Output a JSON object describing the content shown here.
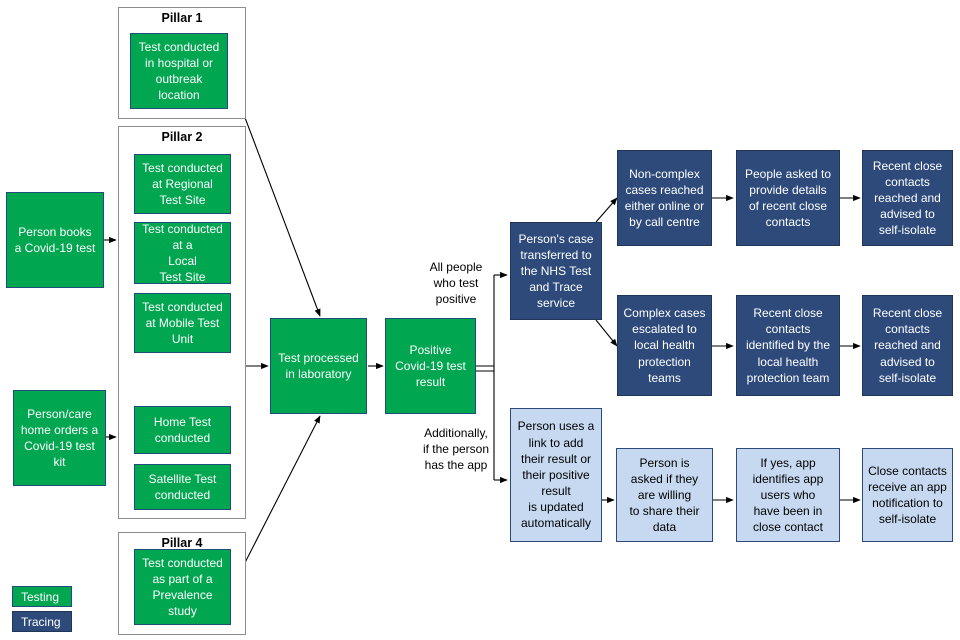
{
  "colors": {
    "testing": "#00a650",
    "tracing": "#2d4a7a",
    "app_tracing": "#c6d9f0"
  },
  "pillars": {
    "pillar1": "Pillar 1",
    "pillar2": "Pillar 2",
    "pillar4": "Pillar 4"
  },
  "inputs": {
    "books": "Person books\na Covid-19 test",
    "orders": "Person/care\nhome orders a\nCovid-19 test\nkit"
  },
  "tests": {
    "hospital": "Test conducted\nin hospital or\noutbreak\nlocation",
    "regional": "Test conducted\nat Regional\nTest Site",
    "local": "Test conducted\nat a\nLocal\nTest Site",
    "mobile": "Test conducted\nat Mobile Test\nUnit",
    "home": "Home Test\nconducted",
    "satellite": "Satellite Test\nconducted",
    "prevalence": "Test conducted\nas part of a\nPrevalence\nstudy"
  },
  "lab": "Test processed\nin laboratory",
  "positive": "Positive\nCovid-19 test\nresult",
  "labels": {
    "all_positive": "All people\nwho test\npositive",
    "additionally": "Additionally,\nif the person\nhas the app"
  },
  "tracing": {
    "transferred": "Person's case\ntransferred to\nthe NHS Test\nand Trace\nservice",
    "noncomplex": "Non-complex\ncases reached\neither online or\nby call centre",
    "asked_details": "People asked to\nprovide details\nof recent close\ncontacts",
    "reached1": "Recent close\ncontacts\nreached and\nadvised to\nself-isolate",
    "complex": "Complex cases\nescalated to\nlocal health\nprotection\nteams",
    "identified": "Recent close\ncontacts\nidentified by the\nlocal health\nprotection team",
    "reached2": "Recent close\ncontacts\nreached and\nadvised to\nself-isolate"
  },
  "app": {
    "uses_link": "Person uses a\nlink to add\ntheir result or\ntheir positive\nresult\nis updated\nautomatically",
    "asked_share": "Person is\nasked if they\nare willing\nto share their\ndata",
    "identifies": "If yes, app\nidentifies app\nusers who\nhave been in\nclose contact",
    "notification": "Close contacts\nreceive an app\nnotification to\nself-isolate"
  },
  "legend": {
    "testing": "Testing",
    "tracing": "Tracing"
  }
}
